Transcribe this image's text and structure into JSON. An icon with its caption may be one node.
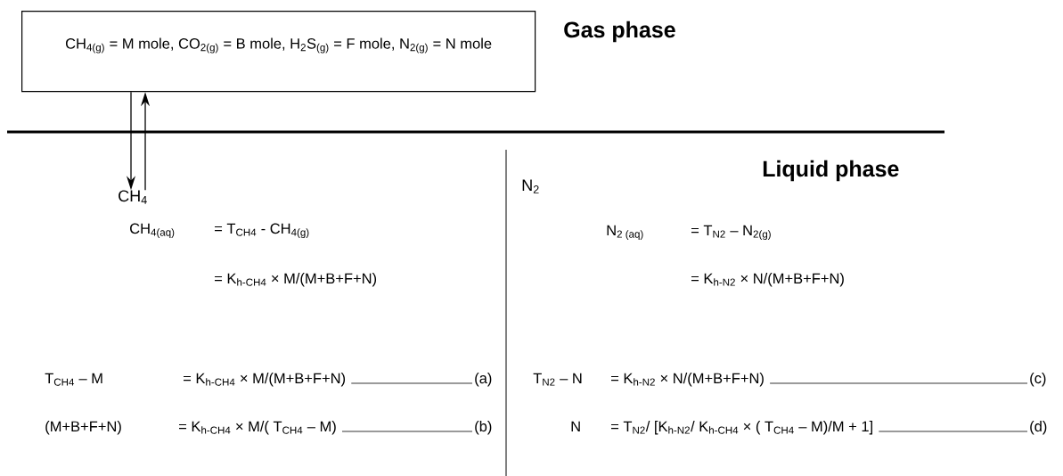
{
  "diagram": {
    "nodes": [
      {
        "text": [
          "CH$_{4(g)}$ = M mole,   CO$_{2(g)}$ = B mole,   H$_{2}$S$_{(g)}$ = F mole,   N$_{2(g)}$ = N mole"
        ]
      },
      {
        "text": [
          "CH$_{4}$"
        ]
      }
    ],
    "edges": [
      {
        "from": 0,
        "to": 1,
        "arrow": "to"
      },
      {
        "from": 1,
        "to": 0,
        "arrow": "to"
      }
    ],
    "labels": [
      "Gas phase",
      "Liquid phase",
      "N$_{2}$",
      "CH$_{4(aq)}$",
      "= T$_{CH4}$ - CH$_{4(g)}$",
      "N$_{2 (aq)}$",
      "= T$_{N2}$ – N$_{2(g)}$",
      "= K$_{h-CH4}$ × M/(M+B+F+N)",
      "= K$_{h-N2}$ × N/(M+B+F+N)",
      "T$_{CH4}$ – M",
      "= K$_{h-CH4}$ × M/(M+B+F+N)",
      "(a)",
      "T$_{N2}$ – N",
      "= K$_{h-N2}$ × N/(M+B+F+N)",
      "(c)",
      "(M+B+F+N)",
      "= K$_{h-CH4}$ × M/( T$_{CH4}$ – M)",
      "(b)",
      "N",
      "= T$_{N2}$/ [K$_{h-N2}$/ K$_{h-CH4}$ × ( T$_{CH4}$ – M)/M + 1]",
      "(d)"
    ]
  }
}
